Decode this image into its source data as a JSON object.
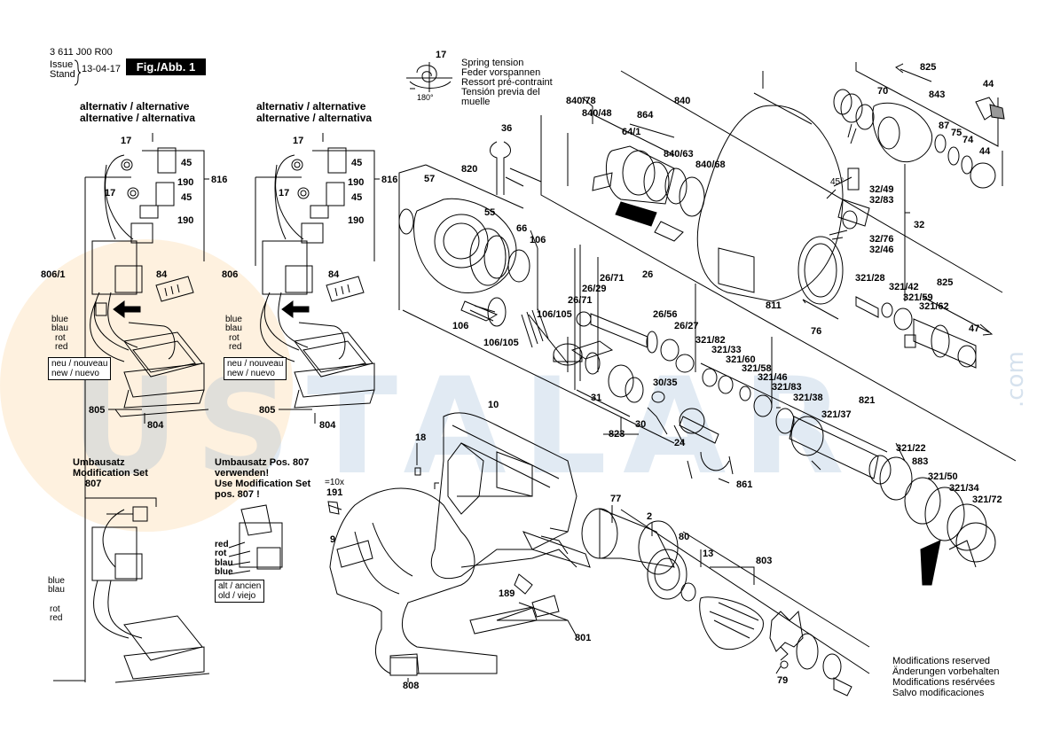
{
  "header": {
    "doc_number": "3 611 J00 R00",
    "issue_label": "Issue",
    "stand_label": "Stand",
    "date": "13-04-17",
    "fig_label": "Fig./Abb. 1"
  },
  "watermark": {
    "main": "USTALAR",
    "suffix": ".com"
  },
  "spring_note": {
    "num": "17",
    "angle": "180°",
    "lines": [
      "Spring tension",
      "Feder vorspannen",
      "Ressort pré-contraint",
      "Tensión previa del",
      "muelle"
    ]
  },
  "left_panels": {
    "alt_title_1": "alternativ / alternative",
    "alt_title_2": "alternative / alternativa",
    "p1": {
      "n17a": "17",
      "n45a": "45",
      "n190a": "190",
      "n17b": "17",
      "n45b": "45",
      "n190b": "190",
      "n816": "816",
      "n806": "806/1",
      "n84": "84",
      "blue": "blue",
      "blau": "blau",
      "rot": "rot",
      "red": "red",
      "neu1": "neu / nouveau",
      "neu2": "new / nuevo",
      "n805": "805",
      "n804": "804"
    },
    "p2": {
      "n17a": "17",
      "n45a": "45",
      "n190a": "190",
      "n17b": "17",
      "n45b": "45",
      "n190b": "190",
      "n816": "816",
      "n806": "806",
      "n84": "84",
      "blue": "blue",
      "blau": "blau",
      "rot": "rot",
      "red": "red",
      "neu1": "neu / nouveau",
      "neu2": "new / nuevo",
      "n805": "805",
      "n804": "804"
    },
    "mod_title_1": "Umbausatz",
    "mod_title_2": "Modification Set",
    "n807": "807",
    "mod_blue": "blue",
    "mod_blau": "blau",
    "mod_rot": "rot",
    "mod_red": "red",
    "mod2_lines": [
      "Umbausatz Pos. 807",
      "verwenden!",
      "Use Modification Set",
      "pos. 807 !"
    ],
    "mod2_red": "red",
    "mod2_rot": "rot",
    "mod2_blau": "blau",
    "mod2_blue": "blue",
    "old1": "alt / ancien",
    "old2": "old / viejo"
  },
  "parts": {
    "p36": "36",
    "p820": "820",
    "p57": "57",
    "p55": "55",
    "p66": "66",
    "p106": "106",
    "p106_105a": "106/105",
    "p106b": "106",
    "p106_105b": "106/105",
    "p840_78": "840/78",
    "p840_48": "840/48",
    "p864": "864",
    "p840": "840",
    "p64_1": "64/1",
    "p840_63": "840/63",
    "p840_68": "840/68",
    "p811": "811",
    "p76": "76",
    "p825a": "825",
    "p843": "843",
    "p70": "70",
    "p44a": "44",
    "p87": "87",
    "p75": "75",
    "p74": "74",
    "p44b": "44",
    "p45deg": "45°",
    "p32_49": "32/49",
    "p32_83": "32/83",
    "p32": "32",
    "p32_76": "32/76",
    "p32_46": "32/46",
    "p26": "26",
    "p26_71a": "26/71",
    "p26_29": "26/29",
    "p26_71b": "26/71",
    "p26_56": "26/56",
    "p26_27": "26/27",
    "p321_28": "321/28",
    "p321_42": "321/42",
    "p825b": "825",
    "p321_59": "321/59",
    "p321_62": "321/62",
    "p47": "47",
    "p321_82": "321/82",
    "p321_33": "321/33",
    "p321_60": "321/60",
    "p321_58": "321/58",
    "p321_46": "321/46",
    "p321_83": "321/83",
    "p321_38": "321/38",
    "p821": "821",
    "p321_37": "321/37",
    "p30_35": "30/35",
    "p31": "31",
    "p30": "30",
    "p24": "24",
    "p823": "823",
    "p10": "10",
    "p321_22": "321/22",
    "p883": "883",
    "p321_50": "321/50",
    "p321_34": "321/34",
    "p321_72": "321/72",
    "p861": "861",
    "p18": "18",
    "p10x": "=10x",
    "p191": "191",
    "p9": "9",
    "p77": "77",
    "p2": "2",
    "p80": "80",
    "p13": "13",
    "p803": "803",
    "p189": "189",
    "p801": "801",
    "p79": "79",
    "p808": "808"
  },
  "footer_note": [
    "Modifications reserved",
    "Änderungen vorbehalten",
    "Modifications resérvées",
    "Salvo modificaciones"
  ],
  "colors": {
    "ink": "#000000",
    "watermark": "#78a0c8",
    "watermark_circle": "#facd8c"
  }
}
